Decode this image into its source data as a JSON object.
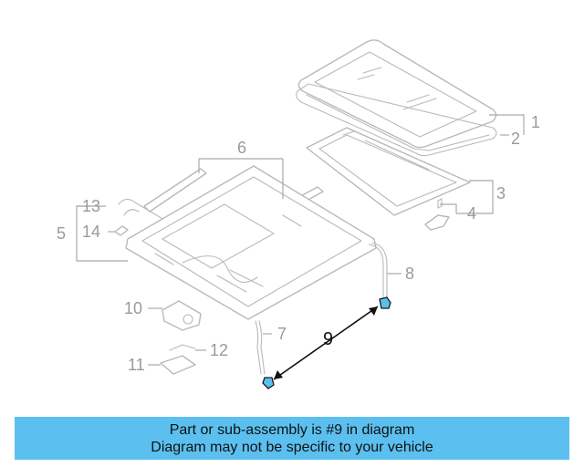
{
  "diagram": {
    "callouts": [
      {
        "id": "1",
        "label": "1"
      },
      {
        "id": "2",
        "label": "2"
      },
      {
        "id": "3",
        "label": "3"
      },
      {
        "id": "4",
        "label": "4"
      },
      {
        "id": "5",
        "label": "5"
      },
      {
        "id": "6",
        "label": "6"
      },
      {
        "id": "7",
        "label": "7"
      },
      {
        "id": "8",
        "label": "8"
      },
      {
        "id": "9",
        "label": "9"
      },
      {
        "id": "10",
        "label": "10"
      },
      {
        "id": "11",
        "label": "11"
      },
      {
        "id": "12",
        "label": "12"
      },
      {
        "id": "13",
        "label": "13"
      },
      {
        "id": "14",
        "label": "14"
      }
    ],
    "highlighted_part": "9",
    "highlight_color": "#5bc0f0",
    "line_color": "#b9b9b9"
  },
  "banner": {
    "line1": "Part or sub-assembly is #9 in diagram",
    "line2": "Diagram may not be specific to your vehicle",
    "color": "#5bc0f0"
  }
}
